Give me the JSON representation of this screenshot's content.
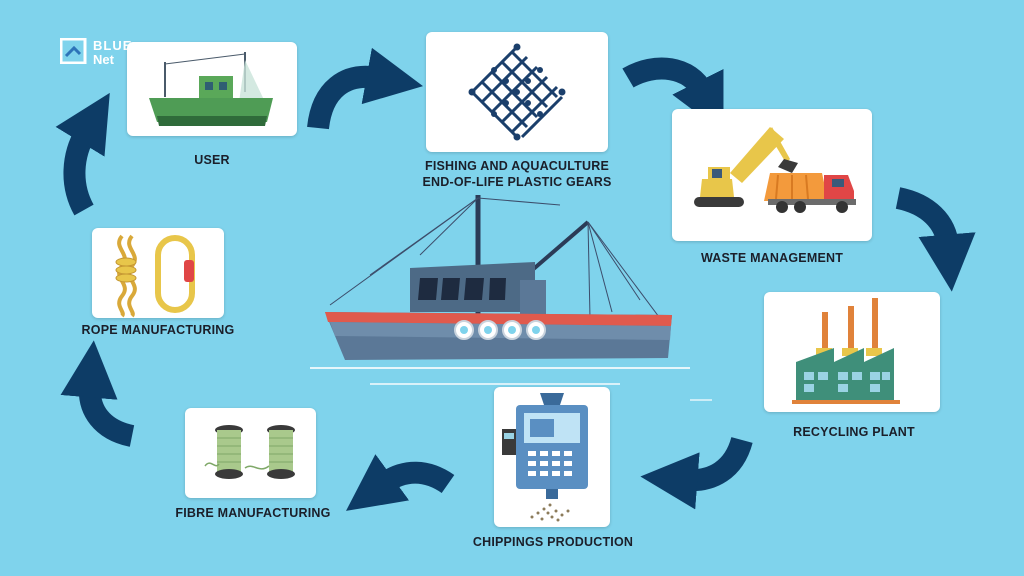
{
  "logo": {
    "line1": "BLUE",
    "line2": "Net"
  },
  "steps": {
    "user": "USER",
    "fishing_line1": "FISHING AND AQUACULTURE",
    "fishing_line2": "END-OF-LIFE PLASTIC GEARS",
    "waste": "WASTE MANAGEMENT",
    "recycling": "RECYCLING PLANT",
    "chippings": "CHIPPINGS PRODUCTION",
    "fibre": "FIBRE MANUFACTURING",
    "rope": "ROPE MANUFACTURING"
  },
  "colors": {
    "background": "#7fd3ec",
    "arrow": "#0d3c66",
    "card": "#ffffff"
  }
}
